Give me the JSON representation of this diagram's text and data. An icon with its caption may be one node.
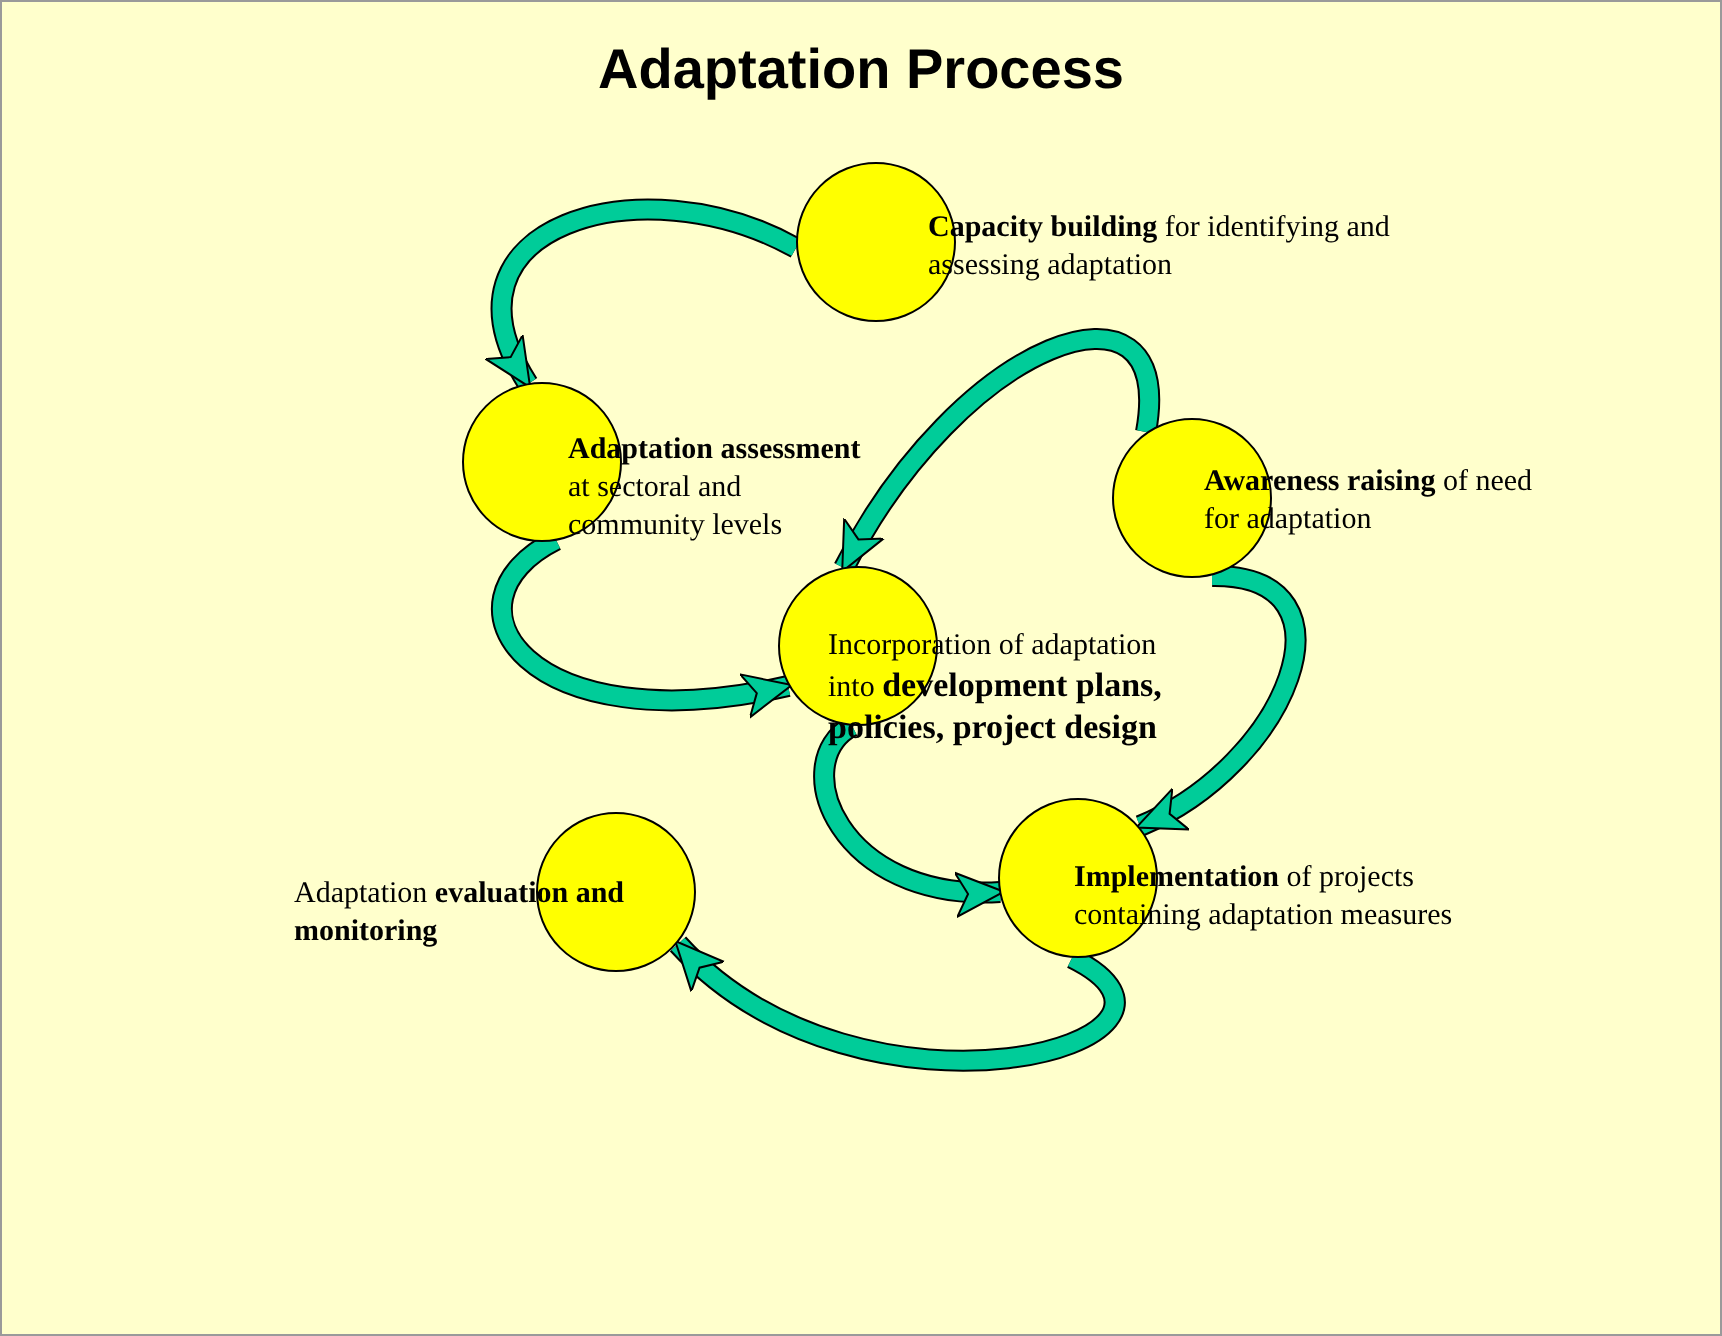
{
  "diagram": {
    "title": "Adaptation Process",
    "nodes": [
      {
        "text": [
          "**Capacity building** for identifying and assessing adaptation"
        ]
      },
      {
        "text": [
          "**Adaptation assessment** at sectoral and community levels"
        ]
      },
      {
        "text": [
          "**Awareness raising** of need for adaptation"
        ]
      },
      {
        "text": [
          "Incorporation of adaptation into **development plans, policies, project design**"
        ]
      },
      {
        "text": [
          "**Implementation** of projects containing adaptation measures"
        ]
      },
      {
        "text": [
          "Adaptation **evaluation and monitoring**"
        ]
      }
    ],
    "edges": [
      {
        "from": 0,
        "to": 1,
        "arrow": "to"
      },
      {
        "from": 1,
        "to": 3,
        "arrow": "to"
      },
      {
        "from": 2,
        "to": 3,
        "arrow": "to"
      },
      {
        "from": 2,
        "to": 4,
        "arrow": "to"
      },
      {
        "from": 3,
        "to": 4,
        "arrow": "to"
      },
      {
        "from": 4,
        "to": 5,
        "arrow": "to"
      }
    ]
  }
}
